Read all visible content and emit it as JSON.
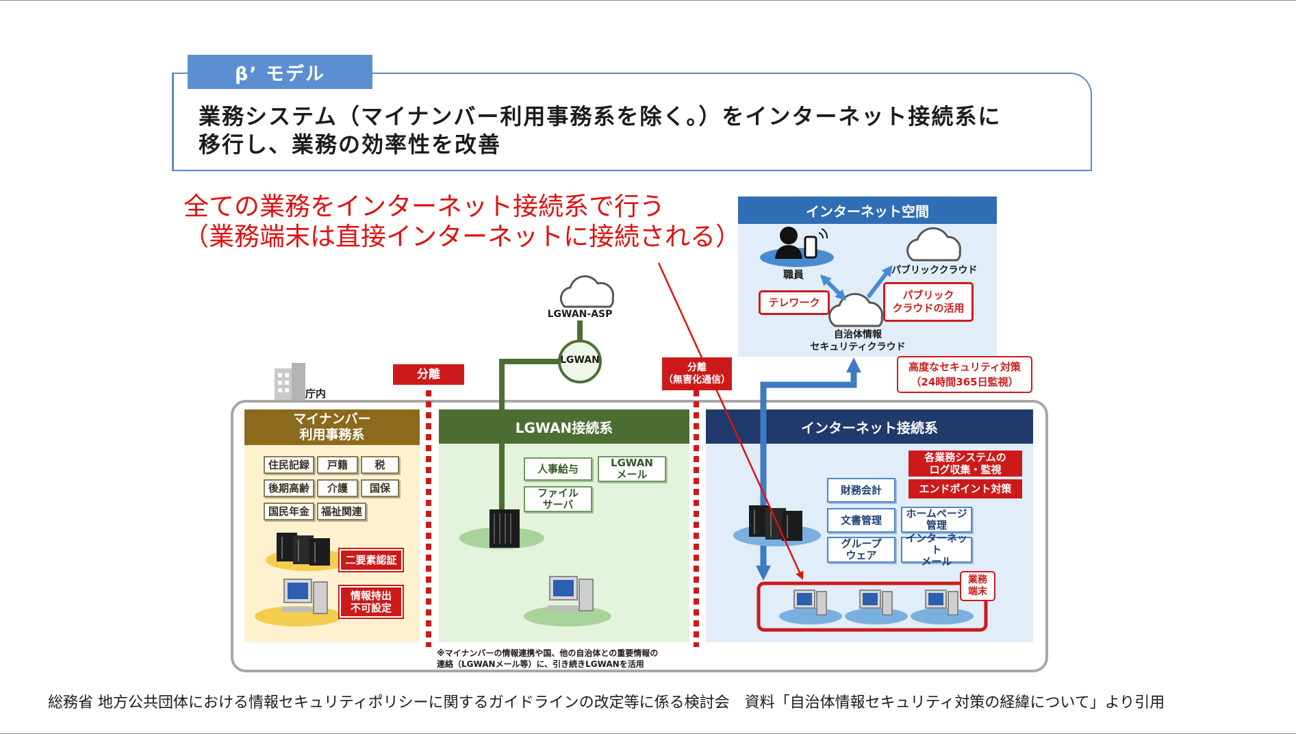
{
  "header": {
    "tab_label": "β’ モデル",
    "line1": "業務システム（マイナンバー利用事務系を除く。）をインターネット接続系に",
    "line2": "移行し、業務の効率性を改善"
  },
  "note": {
    "line1": "全ての業務をインターネット接続系で行う",
    "line2": "（業務端末は直接インターネットに接続される）"
  },
  "internet_space": {
    "title": "インターネット空間",
    "staff": "職員",
    "public_cloud": "パブリッククラウド",
    "telework": "テレワーク",
    "public_cloud_use": "パブリック\nクラウドの活用",
    "security_cloud_line1": "自治体情報",
    "security_cloud_line2": "セキュリティクラウド"
  },
  "advanced_security": "高度なセキュリティ対策\n（24時間365日監視）",
  "lgwan_asp": "LGWAN-ASP",
  "lgwan": "LGWAN",
  "separation_1": "分離",
  "separation_2": "分離\n（無害化通信）",
  "office": "庁内",
  "mynumber": {
    "title": "マイナンバー\n利用事務系",
    "chips": [
      "住民記録",
      "戸籍",
      "税",
      "後期高齢",
      "介護",
      "国保",
      "国民年金",
      "福祉関連"
    ],
    "two_factor": "二要素認証",
    "no_takeout": "情報持出\n不可設定"
  },
  "lgwan_zone": {
    "title": "LGWAN接続系",
    "chips": [
      "人事給与",
      "LGWAN\nメール",
      "ファイル\nサーバ"
    ],
    "footnote": "※マイナンバーの情報連携や国、他の自治体との重要情報の\n連絡（LGWANメール等）に、引き続きLGWANを活用"
  },
  "internet_zone": {
    "title": "インターネット接続系",
    "log_tag": "各業務システムの\nログ収集・監視",
    "endpoint_tag": "エンドポイント対策",
    "chips": [
      "財務会計",
      "文書管理",
      "ホームページ\n管理",
      "グループ\nウェア",
      "インターネット\nメール"
    ],
    "terminal": "業務\n端末"
  },
  "footer": "総務省 地方公共団体における情報セキュリティポリシーに関するガイドラインの改定等に係る検討会　資料「自治体情報セキュリティ対策の経緯について」より引用",
  "colors": {
    "accent_blue": "#5b8fd1",
    "red": "#cc1a1a",
    "mynumber_brown": "#8b6a1e",
    "lgwan_green": "#4d6e32",
    "internet_navy": "#1f3a6b"
  }
}
